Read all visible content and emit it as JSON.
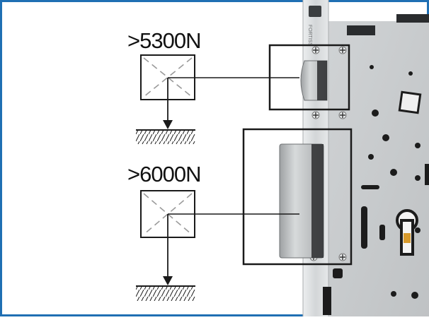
{
  "diagram": {
    "forces": [
      {
        "label": ">5300N"
      },
      {
        "label": ">6000N"
      }
    ],
    "colors": {
      "frame_blue": "#1f6fb3",
      "line": "#1a1a1a",
      "dashed": "#9a9a9a",
      "faceplate": "#d9dcde",
      "case": "#c8cbcd",
      "bolt": "#b5b8ba",
      "hole": "#1c1c1c"
    },
    "logo_text": "FORTISS"
  }
}
